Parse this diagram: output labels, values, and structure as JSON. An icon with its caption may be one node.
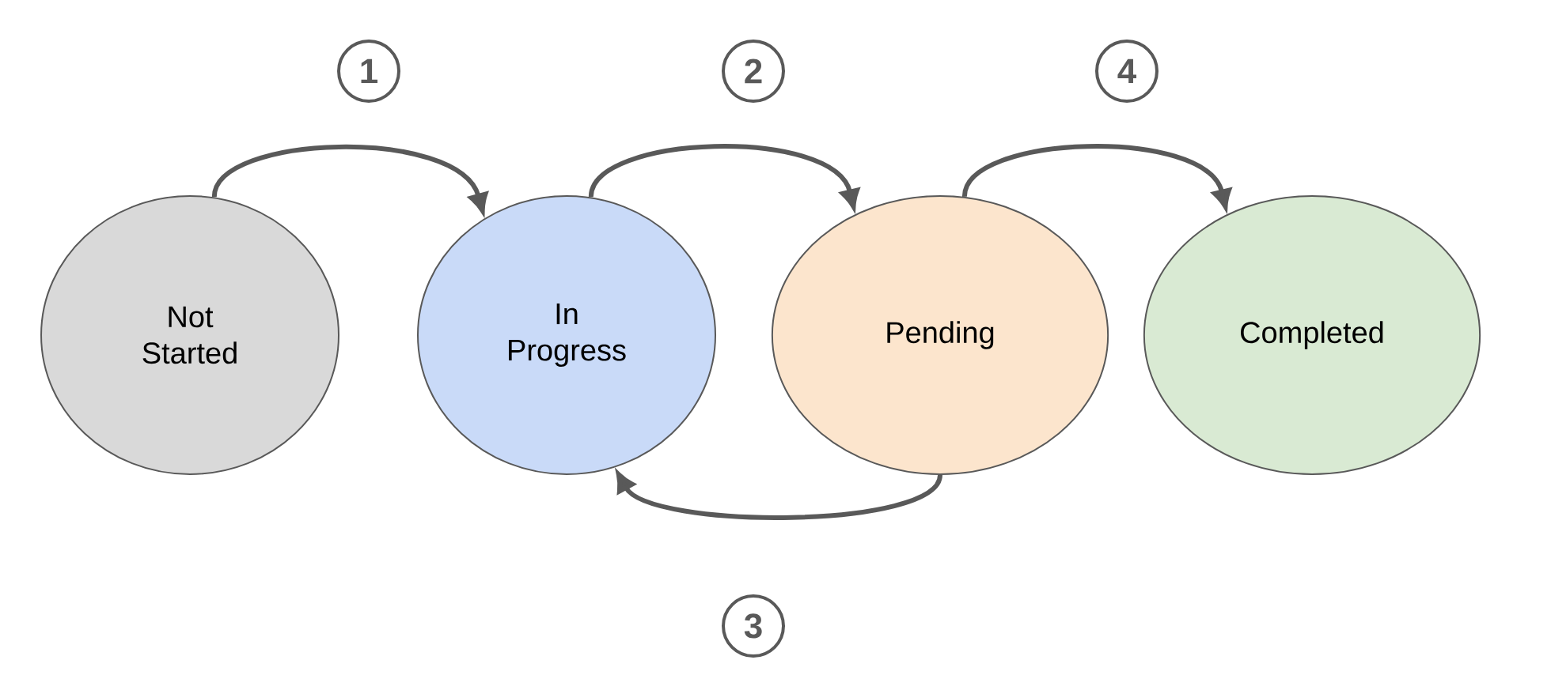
{
  "diagram": {
    "nodes": [
      {
        "text": [
          "Not Started"
        ]
      },
      {
        "text": [
          "In Progress"
        ]
      },
      {
        "text": [
          "Pending"
        ]
      },
      {
        "text": [
          "Completed"
        ]
      }
    ],
    "edges": [
      {
        "from": 0,
        "to": 1,
        "arrow": "to",
        "label": "1"
      },
      {
        "from": 1,
        "to": 2,
        "arrow": "to",
        "label": "2"
      },
      {
        "from": 2,
        "to": 1,
        "arrow": "to",
        "label": "3"
      },
      {
        "from": 2,
        "to": 3,
        "arrow": "to",
        "label": "4"
      }
    ]
  }
}
